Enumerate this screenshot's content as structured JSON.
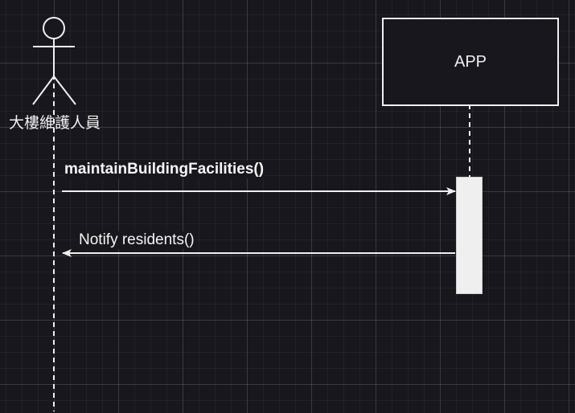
{
  "actor": {
    "label": "大樓維護人員"
  },
  "participant": {
    "label": "APP"
  },
  "messages": [
    {
      "label": "maintainBuildingFacilities()",
      "from": "大樓維護人員",
      "to": "APP"
    },
    {
      "label": "Notify residents()",
      "from": "APP",
      "to": "大樓維護人員"
    }
  ],
  "colors": {
    "background": "#18171d",
    "stroke": "#f0f0f0",
    "activation_fill": "#efefef"
  }
}
